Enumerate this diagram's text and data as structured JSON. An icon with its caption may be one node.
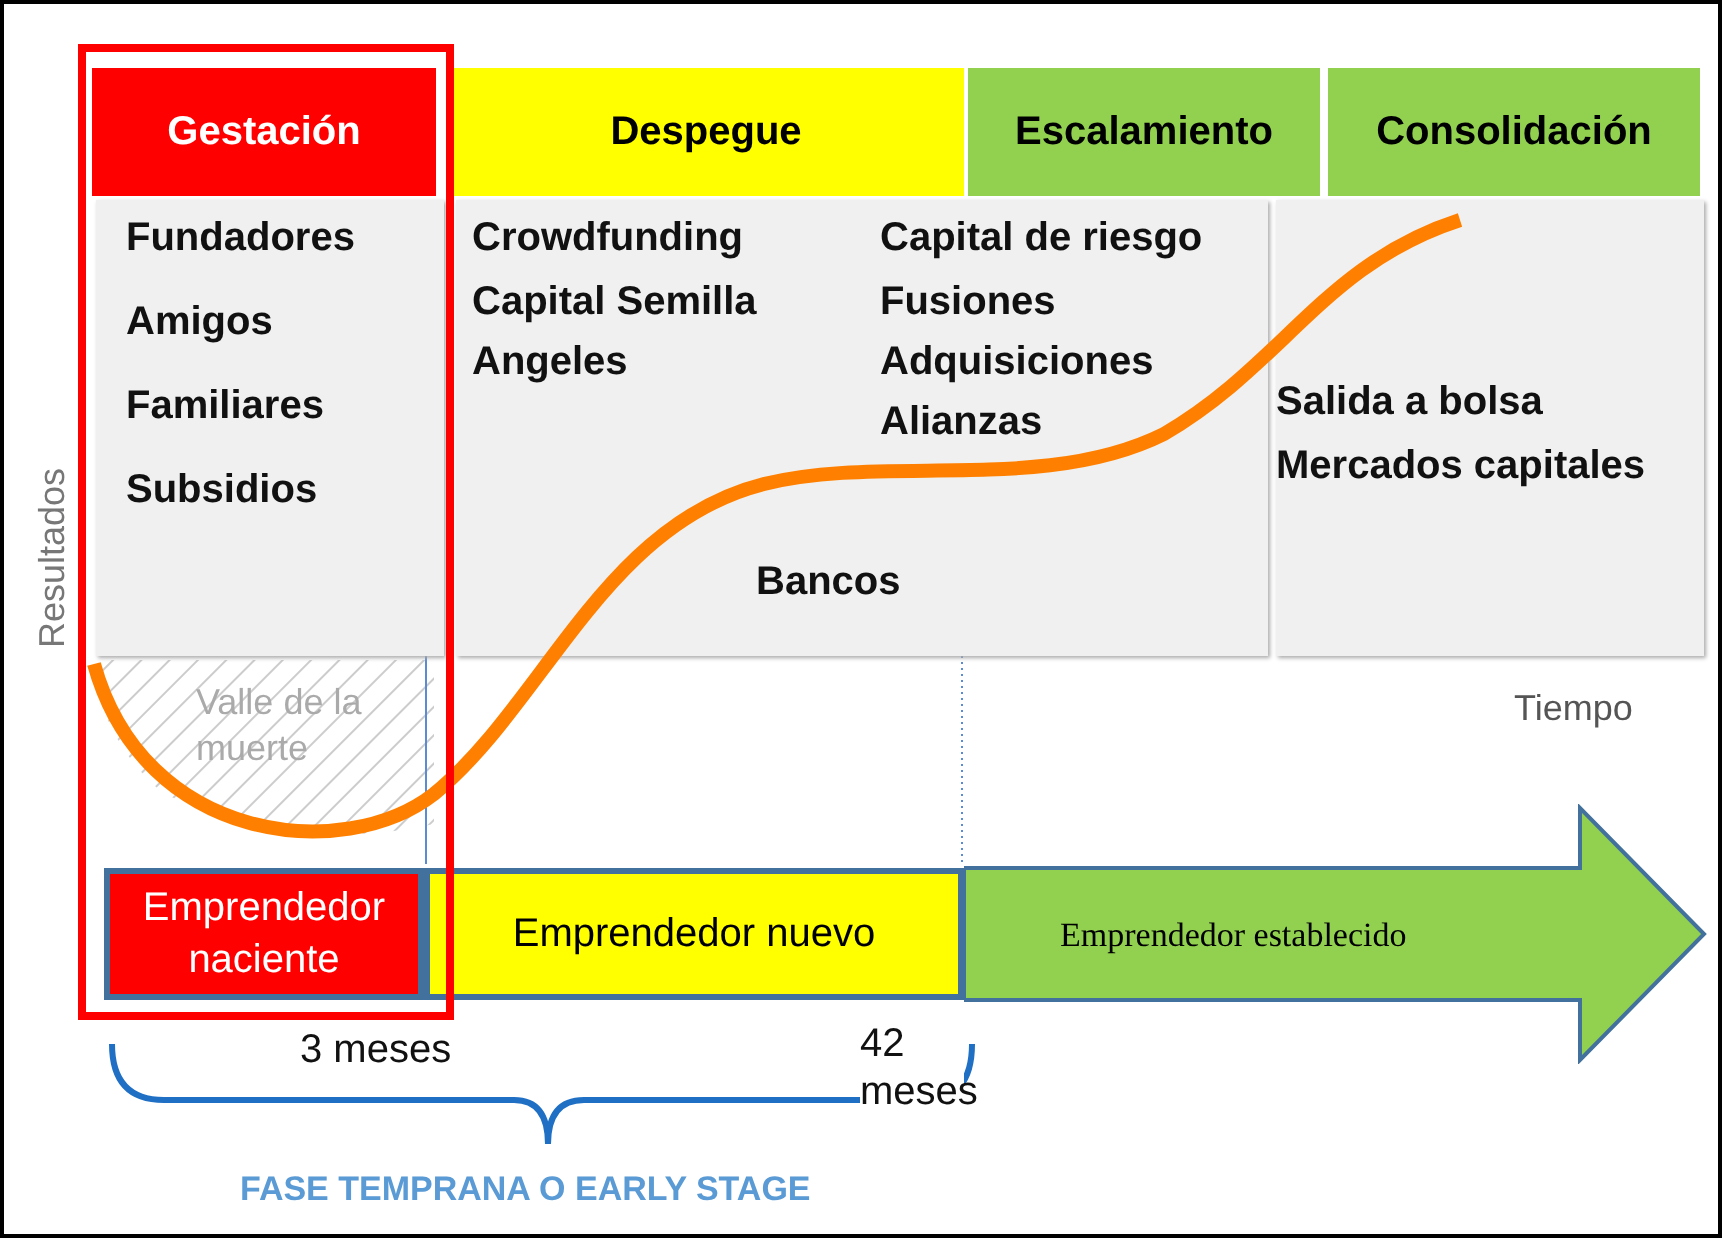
{
  "diagram": {
    "nodes": [
      {
        "text": [
          "Gestación"
        ]
      },
      {
        "text": [
          "Despegue"
        ]
      },
      {
        "text": [
          "Escalamiento"
        ]
      },
      {
        "text": [
          "Consolidación"
        ]
      },
      {
        "text": [
          "Fundadores",
          "Amigos",
          "Familiares",
          "Subsidios"
        ]
      },
      {
        "text": [
          "Crowdfunding",
          "Capital Semilla",
          "Angeles",
          "Capital de riesgo",
          "Fusiones",
          "Adquisiciones",
          "Alianzas",
          "Bancos"
        ]
      },
      {
        "text": [
          "Salida a bolsa",
          "Mercados capitales"
        ]
      },
      {
        "text": [
          "Emprendedor naciente"
        ]
      },
      {
        "text": [
          "Emprendedor nuevo"
        ]
      },
      {
        "text": [
          "Emprendedor establecido"
        ]
      }
    ],
    "edges": [],
    "labels": [
      "Resultados",
      "Valle de la muerte",
      "Tiempo",
      "3 meses",
      "42 meses",
      "FASE TEMPRANA O EARLY STAGE"
    ]
  }
}
